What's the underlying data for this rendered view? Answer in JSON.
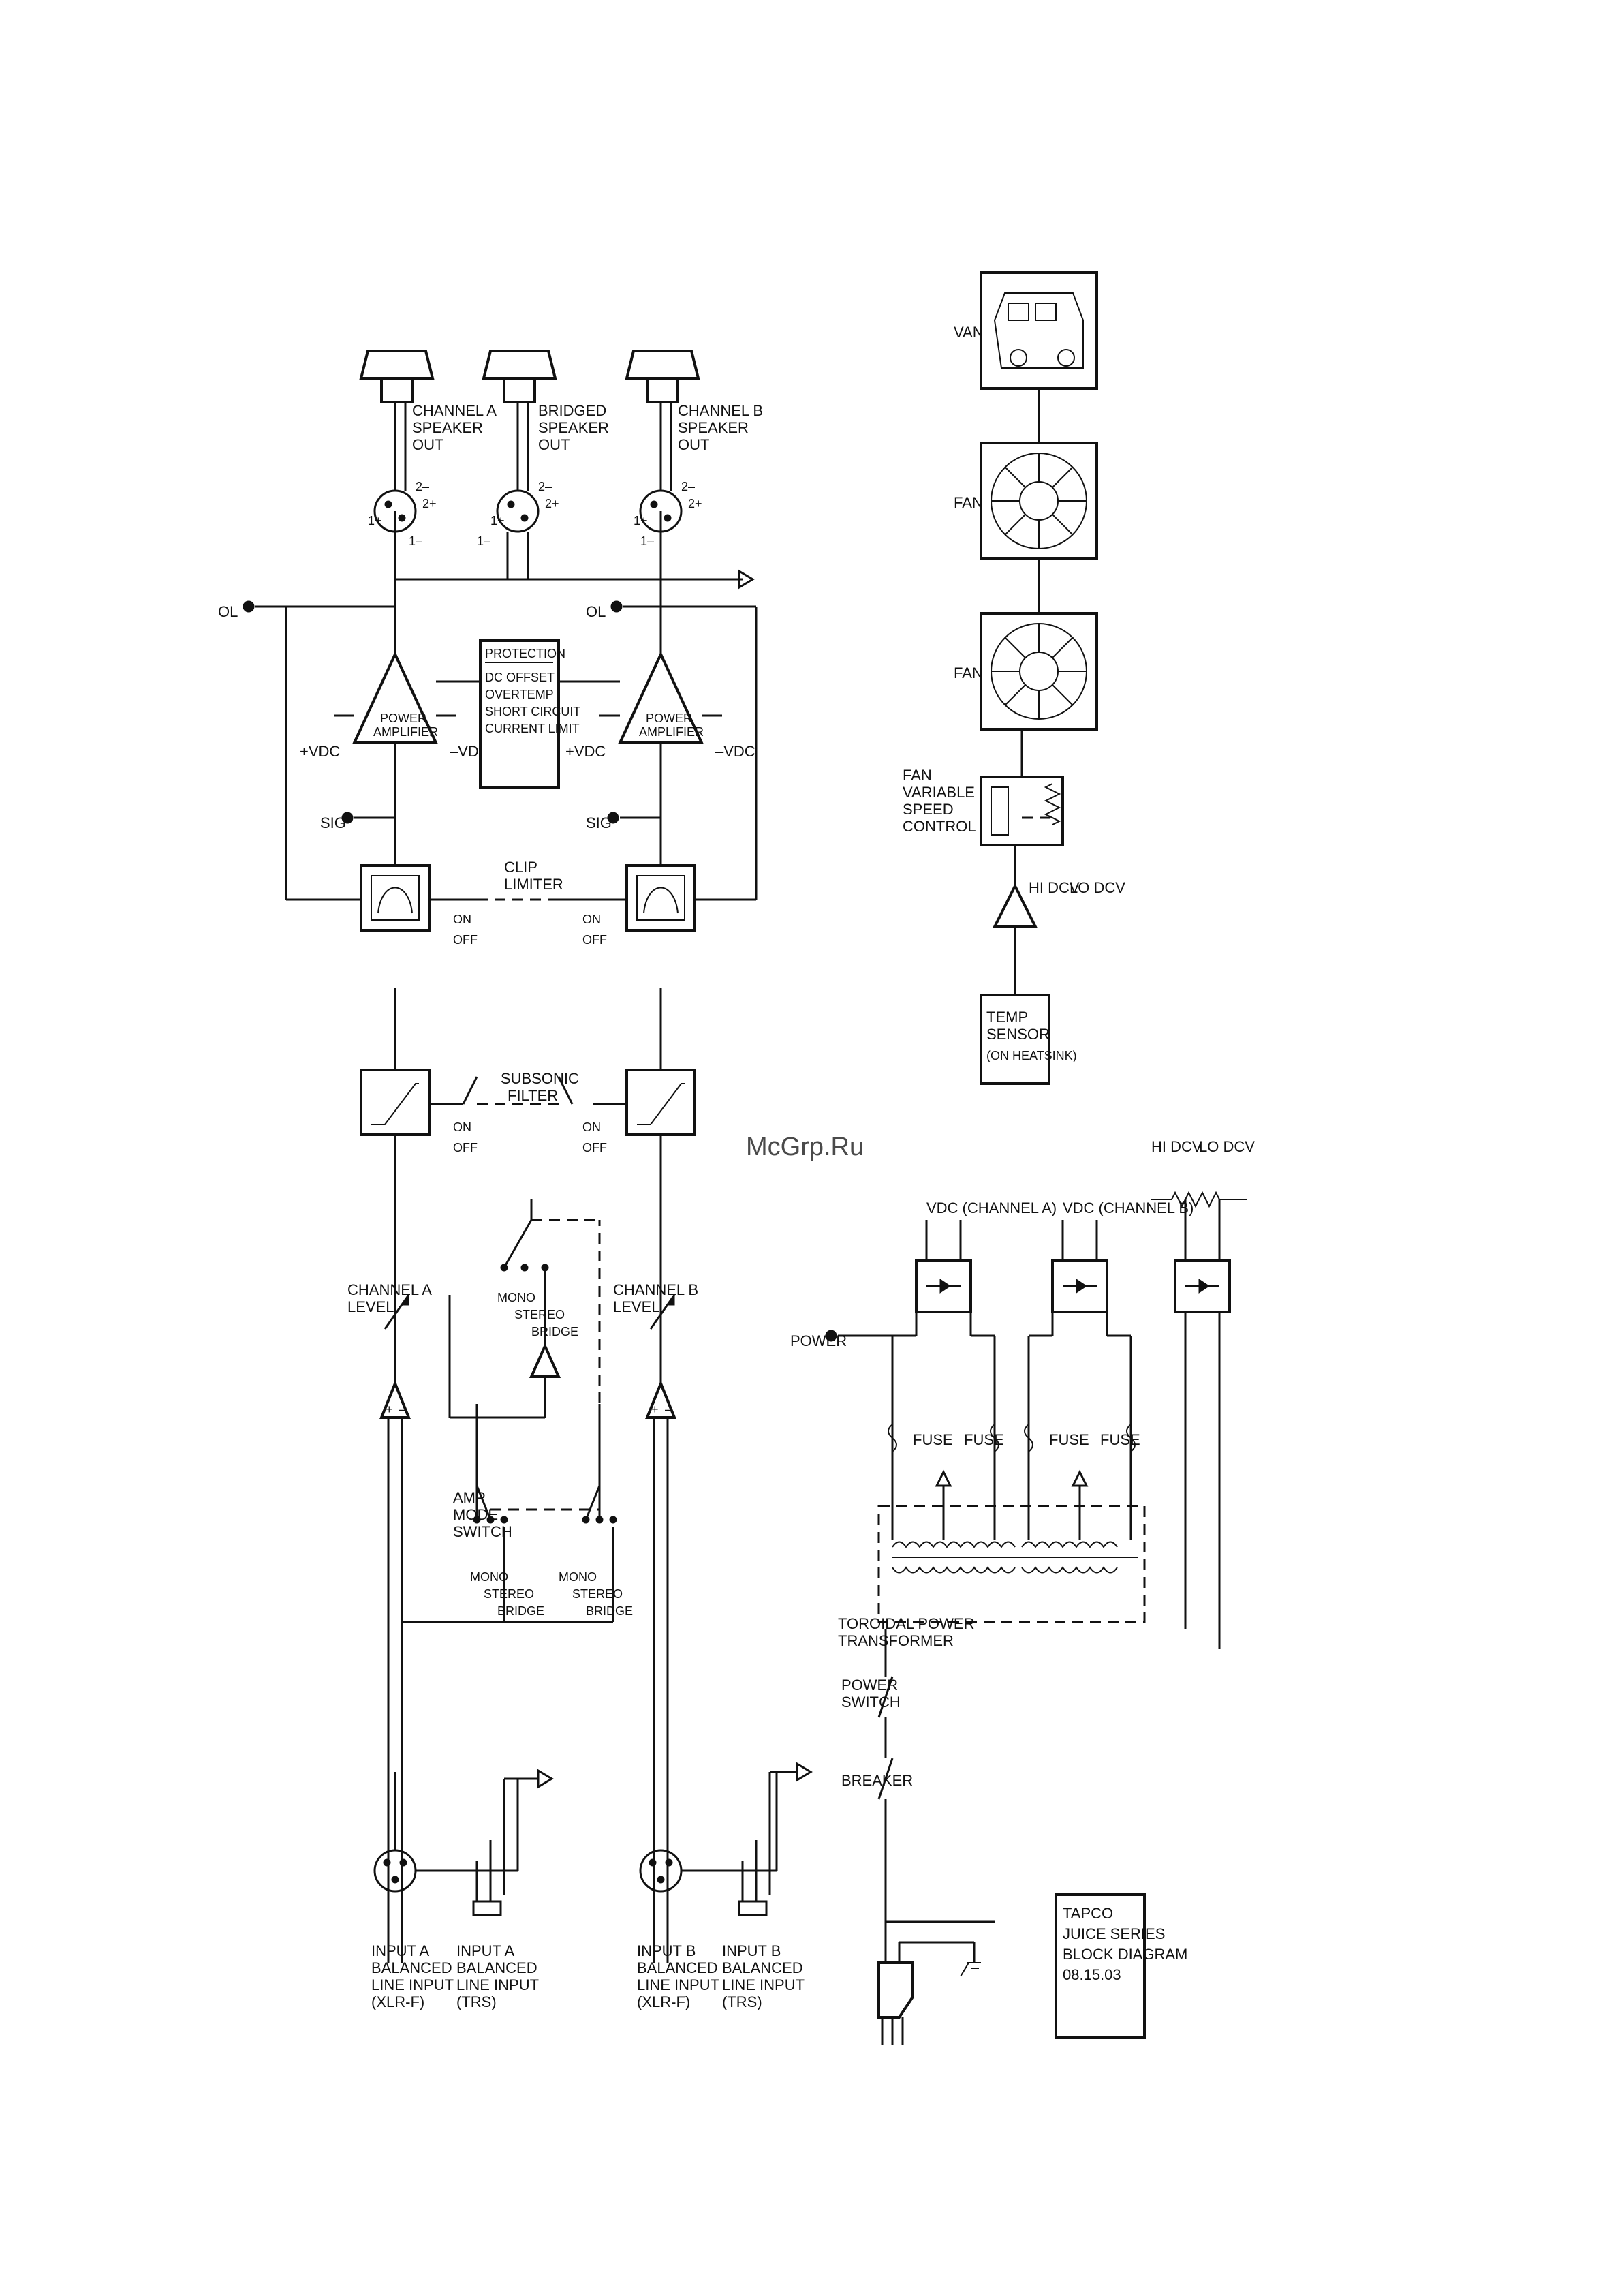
{
  "watermark": "McGrp.Ru",
  "inputs": {
    "input_a_xlr": [
      "INPUT A",
      "BALANCED",
      "LINE INPUT",
      "(XLR-F)"
    ],
    "input_a_trs": [
      "INPUT A",
      "BALANCED",
      "LINE INPUT",
      "(TRS)"
    ],
    "input_b_xlr": [
      "INPUT B",
      "BALANCED",
      "LINE INPUT",
      "(XLR-F)"
    ],
    "input_b_trs": [
      "INPUT B",
      "BALANCED",
      "LINE INPUT",
      "(TRS)"
    ]
  },
  "amp_mode": {
    "title": [
      "AMP",
      "MODE",
      "SWITCH"
    ],
    "mono": "MONO",
    "stereo": "STEREO",
    "bridge": "BRIDGE"
  },
  "channel_a_level": [
    "CHANNEL A",
    "LEVEL"
  ],
  "channel_b_level": [
    "CHANNEL B",
    "LEVEL"
  ],
  "subsonic": [
    "SUBSONIC",
    "FILTER"
  ],
  "clip_limiter": [
    "CLIP",
    "LIMITER"
  ],
  "switch_on": "ON",
  "switch_off": "OFF",
  "sig": "SIG",
  "ol": "OL",
  "plus_vdc": "+VDC",
  "minus_vdc": "–VDC",
  "power_amp": [
    "POWER",
    "AMPLIFIER"
  ],
  "protection": {
    "title": "PROTECTION",
    "items": [
      "DC OFFSET",
      "OVERTEMP",
      "SHORT CIRCUIT",
      "CURRENT LIMIT"
    ]
  },
  "speakers": {
    "a": [
      "CHANNEL A",
      "SPEAKER",
      "OUT"
    ],
    "bridged": [
      "BRIDGED",
      "SPEAKER",
      "OUT"
    ],
    "b": [
      "CHANNEL B",
      "SPEAKER",
      "OUT"
    ]
  },
  "pin_labels": [
    "1+",
    "2–",
    "1–",
    "2+"
  ],
  "power": {
    "breaker": "BREAKER",
    "power_switch": [
      "POWER",
      "SWITCH"
    ],
    "transformer": [
      "TOROIDAL POWER",
      "TRANSFORMER"
    ],
    "fuse": "FUSE",
    "power_led": "POWER",
    "vdc_a": "VDC (CHANNEL A)",
    "vdc_b": "VDC (CHANNEL B)",
    "hi_dcv": "HI DCV",
    "lo_dcv": "LO DCV"
  },
  "fan": {
    "temp_sensor": [
      "TEMP",
      "SENSOR",
      "(ON HEATSINK)"
    ],
    "hi_dcv": "HI DCV",
    "lo_dcv": "LO DCV",
    "control": [
      "FAN",
      "VARIABLE",
      "SPEED",
      "CONTROL"
    ],
    "fan1": "FAN",
    "fan2": "FAN",
    "van": "VAN"
  },
  "title_block": [
    "TAPCO",
    "JUICE SERIES",
    "BLOCK DIAGRAM",
    "08.15.03"
  ]
}
